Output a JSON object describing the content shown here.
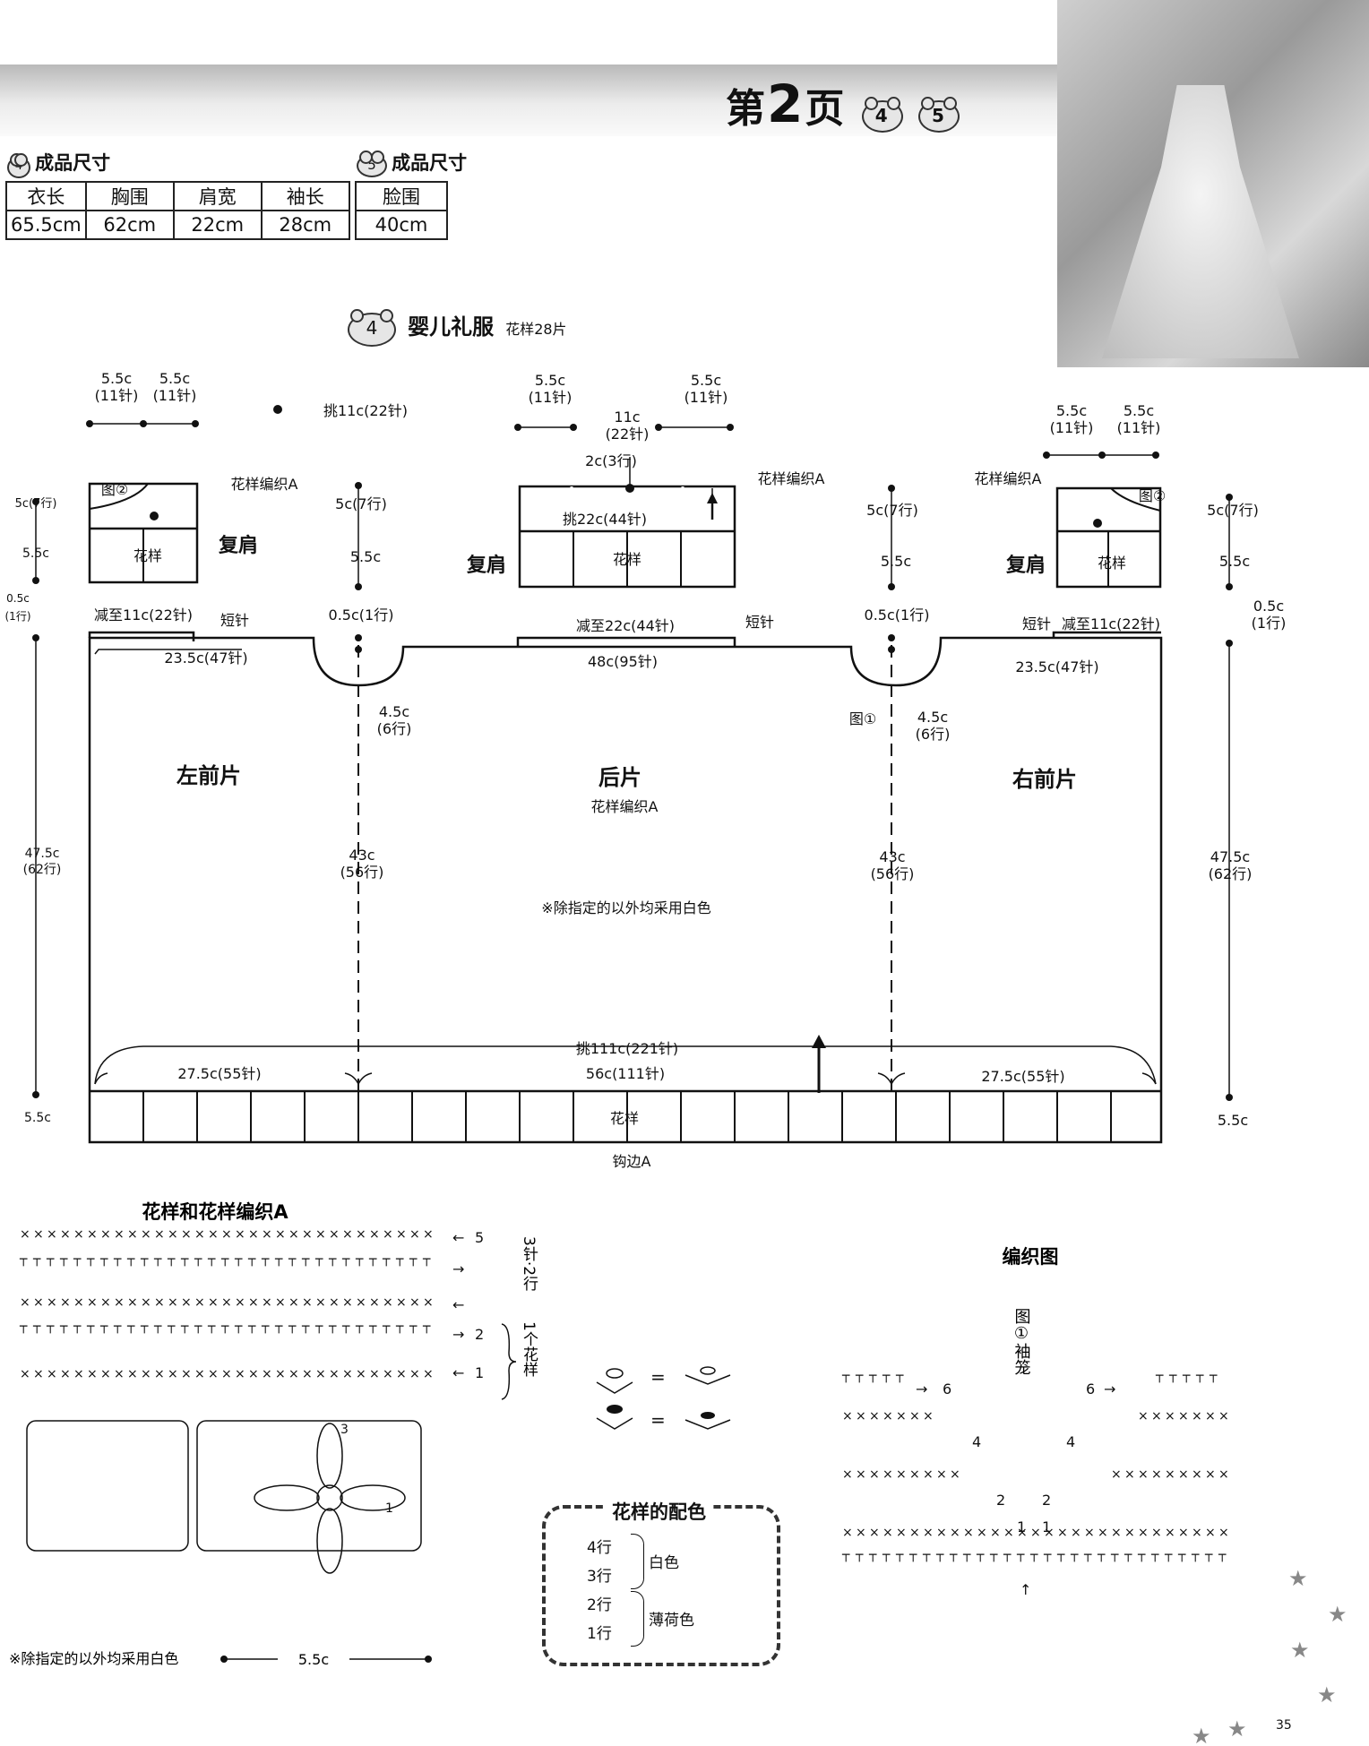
{
  "header": {
    "title_prefix": "第",
    "title_num": "2",
    "title_suffix": "页",
    "badges": [
      "4",
      "5"
    ]
  },
  "size4": {
    "badge": "4",
    "label": "成品尺寸",
    "headers": [
      "衣长",
      "胸围",
      "肩宽",
      "袖长"
    ],
    "values": [
      "65.5cm",
      "62cm",
      "22cm",
      "28cm"
    ]
  },
  "size5": {
    "badge": "5",
    "label": "成品尺寸",
    "headers": [
      "脸围"
    ],
    "values": [
      "40cm"
    ]
  },
  "diagram": {
    "badge": "4",
    "title": "婴儿礼服",
    "subtitle": "花样28片",
    "legend": "挑11c(22针)",
    "labels": {
      "yoke_pattern": "花样编织A",
      "fig2": "图②",
      "fig1": "图①",
      "yoke": "复肩",
      "motif": "花样",
      "short_row": "短针",
      "reduce11": "减至11c(22针)",
      "reduce22": "减至22c(44针)",
      "pick22": "挑22c(44针)",
      "left_front": "左前片",
      "back": "后片",
      "back_sub": "花样编织A",
      "right_front": "右前片",
      "note": "※除指定的以外均采用白色",
      "pick111": "挑111c(221针)",
      "w27": "27.5c(55针)",
      "w56": "56c(111针)",
      "w23": "23.5c(47针)",
      "w48": "48c(95针)",
      "edging": "钩边A"
    },
    "dims": {
      "d55": "5.5c",
      "d11st": "(11针)",
      "d11c": "11c",
      "d22st": "(22针)",
      "d2c": "2c(3行)",
      "d5c7": "5c(7行)",
      "d05": "0.5c(1行)",
      "d05a": "0.5c",
      "d1row": "(1行)",
      "d45": "4.5c",
      "d6row": "(6行)",
      "d475": "47.5c",
      "d62row": "(62行)",
      "d43": "43c",
      "d56row": "(56行)"
    }
  },
  "chart": {
    "title": "花样和花样编织A",
    "side_a": "3针·2行",
    "side_b": "1个花样",
    "rows": [
      "5",
      "2",
      "1"
    ],
    "nums": [
      "3",
      "1"
    ],
    "note": "※除指定的以外均采用白色",
    "width": "5.5c"
  },
  "color_box": {
    "title": "花样的配色",
    "rows": [
      "4行",
      "3行",
      "2行",
      "1行"
    ],
    "colors": [
      "白色",
      "薄荷色"
    ]
  },
  "knit_chart": {
    "title": "编织图",
    "side": "图①袖笼",
    "rows": [
      "6",
      "4",
      "2",
      "1"
    ]
  },
  "page_number": "35"
}
